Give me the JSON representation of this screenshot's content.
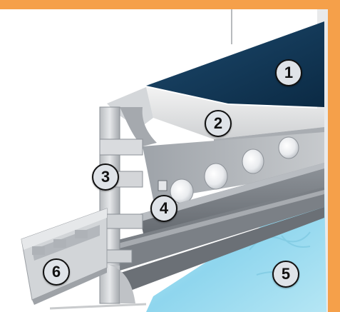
{
  "colors": {
    "frame_orange": "#f5a04a",
    "panel_navy": "#0f3552",
    "aluminum_light": "#c8cbcf",
    "aluminum_dark": "#7d8288",
    "glass_cyan": "#9fdcef",
    "badge_fill": "#dfe3e8"
  },
  "callouts": [
    {
      "id": "1",
      "label": "1"
    },
    {
      "id": "2",
      "label": "2"
    },
    {
      "id": "3",
      "label": "3"
    },
    {
      "id": "4",
      "label": "4"
    },
    {
      "id": "5",
      "label": "5"
    },
    {
      "id": "6",
      "label": "6"
    }
  ]
}
